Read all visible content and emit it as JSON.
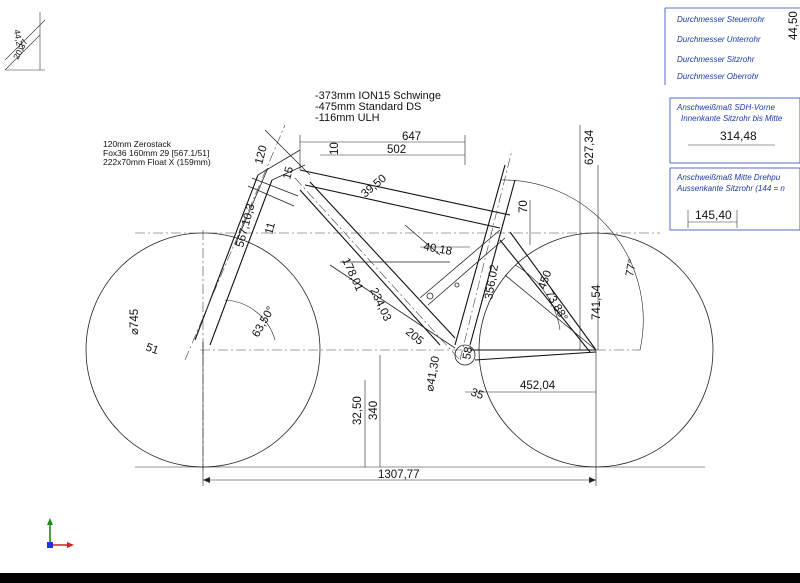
{
  "notes": {
    "shock_lines": [
      "-373mm ION15 Schwinge",
      "-475mm Standard DS",
      "-116mm ULH"
    ],
    "spec_lines": [
      "120mm Zerostack",
      "Fox36 160mm 29 [567.1/51]",
      "222x70mm Float X (159mm)"
    ]
  },
  "corner": {
    "label_a": "44,27",
    "label_b": "20,37"
  },
  "dimensions": {
    "top_length": "647",
    "top_tube": "502",
    "top_gap": "10",
    "stack": "627,34",
    "head_tube": "120",
    "head_offset": "15",
    "fork_length": "567,10,3",
    "head_small": "11",
    "head_angle": "63,50°",
    "wheel_diameter": "⌀745",
    "fork_offset": "51",
    "top_angle": "39,50",
    "seat_offset": "70",
    "seat_tube_dim": "40,18",
    "down_tube_a": "178,01",
    "down_tube_b": "234,03",
    "shock_length": "356,02",
    "seat_angle": "77°",
    "shock_travel": "450",
    "shock_angle": "73,88°",
    "rear_height": "741,54",
    "bb_dim": "205",
    "bb_diameter": "⌀41,30",
    "bb_small": "58",
    "chainstay": "452,04",
    "bb_drop": "32,50",
    "bb_height": "340",
    "bb_offset": "35",
    "wheelbase": "1307,77"
  },
  "panel": {
    "labels": [
      "Durchmesser Steuerrohr",
      "Durchmesser Unterrohr",
      "Durchmesser Sitzrohr",
      "Durchmesser Oberrohr"
    ],
    "top_value": "44,50",
    "box1": {
      "title_1": "Anschweißmaß SDH-Vorne",
      "title_2": "Innenkante Sitzrohr bis Mitte",
      "value": "314,48"
    },
    "box2": {
      "title_1": "Anschweißmaß Mitte Drehpu",
      "title_2": "Aussenkante Sitzrohr (144 = n",
      "value": "145,40"
    }
  },
  "colors": {
    "annotation_blue": "#1a3aa8",
    "axis_red": "#d22020",
    "axis_green": "#1a8a1a",
    "axis_blue": "#1a3ad8"
  }
}
